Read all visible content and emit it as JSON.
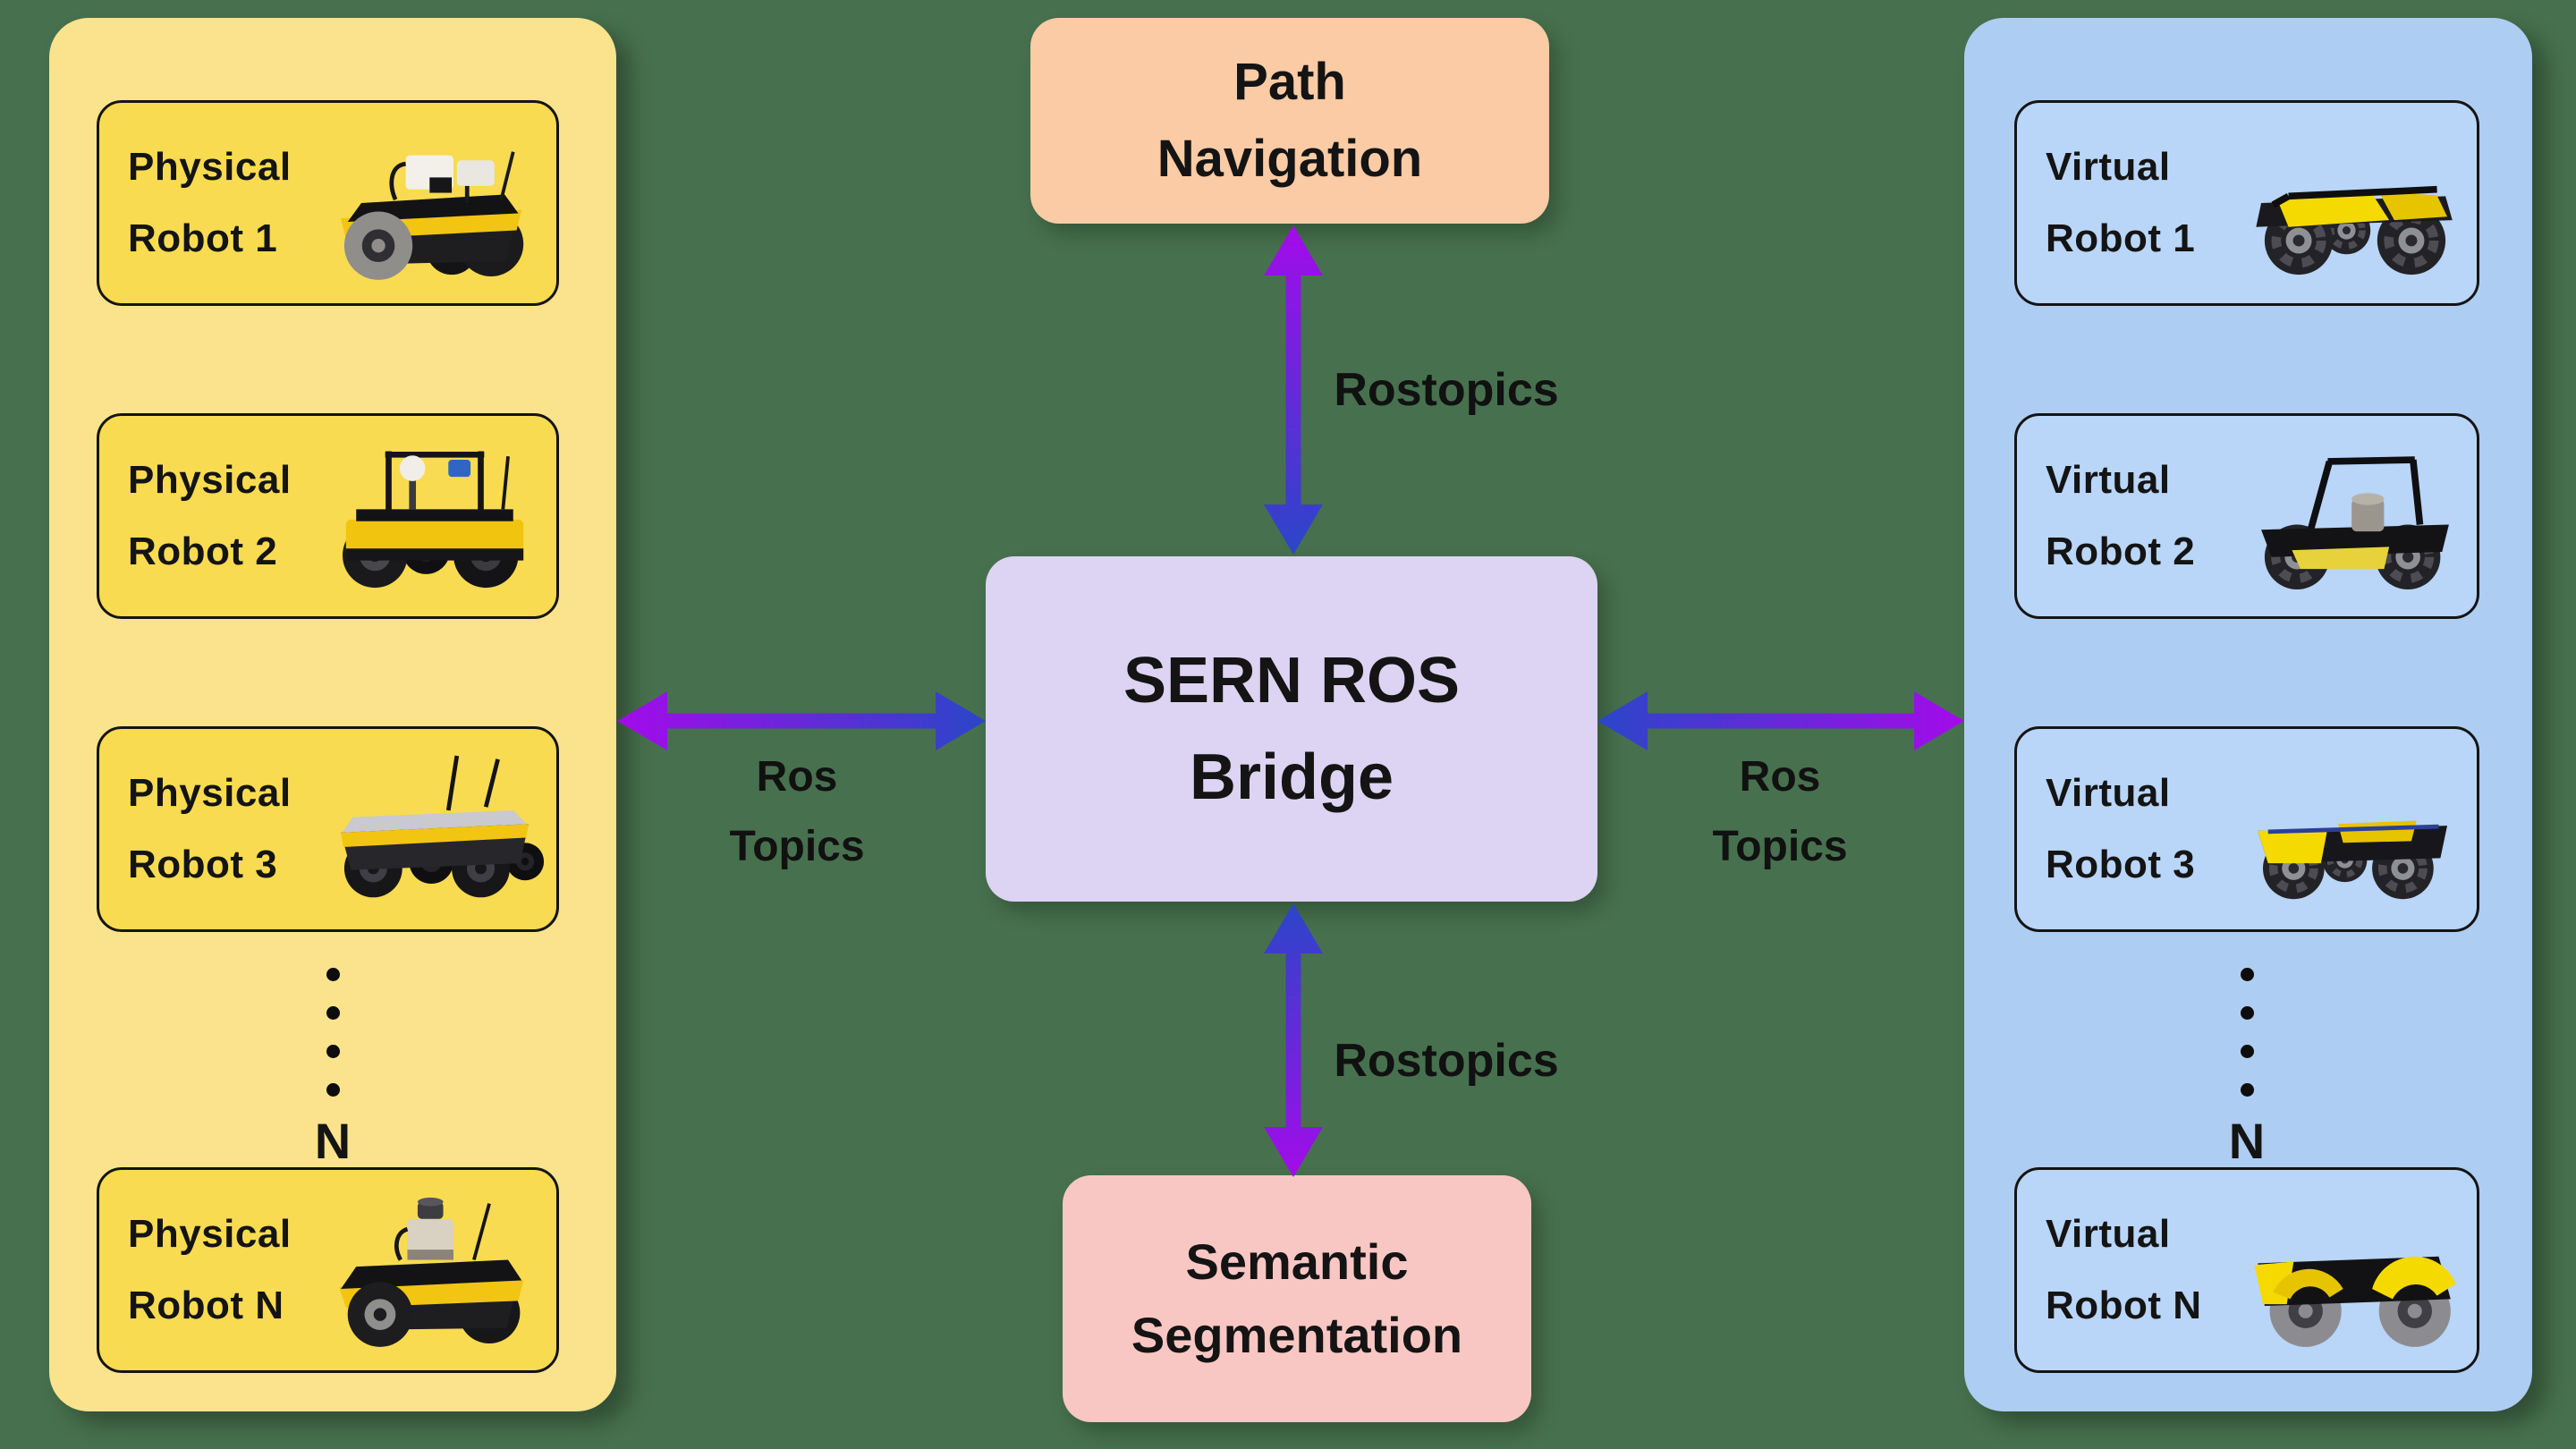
{
  "diagram": {
    "background_color": "#47714E",
    "left_panel": {
      "name": "physical-robots-panel",
      "color": "#FAE38C",
      "card_color": "#F8DB50",
      "ellipsis_label": "N",
      "cards": [
        {
          "line1": "Physical",
          "line2": "Robot 1",
          "icon": "physical-robot-1-photo",
          "variant": "p1"
        },
        {
          "line1": "Physical",
          "line2": "Robot 2",
          "icon": "physical-robot-2-photo",
          "variant": "p2"
        },
        {
          "line1": "Physical",
          "line2": "Robot 3",
          "icon": "physical-robot-3-photo",
          "variant": "p3"
        },
        {
          "line1": "Physical",
          "line2": "Robot N",
          "icon": "physical-robot-n-photo",
          "variant": "pN"
        }
      ]
    },
    "right_panel": {
      "name": "virtual-robots-panel",
      "color": "#AECDF2",
      "card_color": "#B9D5F7",
      "ellipsis_label": "N",
      "cards": [
        {
          "line1": "Virtual",
          "line2": "Robot 1",
          "icon": "virtual-robot-1-render",
          "variant": "v1"
        },
        {
          "line1": "Virtual",
          "line2": "Robot 2",
          "icon": "virtual-robot-2-render",
          "variant": "v2"
        },
        {
          "line1": "Virtual",
          "line2": "Robot 3",
          "icon": "virtual-robot-3-render",
          "variant": "v3"
        },
        {
          "line1": "Virtual",
          "line2": "Robot N",
          "icon": "virtual-robot-n-render",
          "variant": "vN"
        }
      ]
    },
    "nodes": {
      "path_navigation": {
        "line1": "Path",
        "line2": "Navigation",
        "color": "#FACBA4"
      },
      "sern_ros_bridge": {
        "line1": "SERN ROS",
        "line2": "Bridge",
        "color": "#DDD3F2"
      },
      "semantic_segmentation": {
        "line1": "Semantic",
        "line2": "Segmentation",
        "color": "#F9C7C3"
      }
    },
    "edges": [
      {
        "id": "bridge-to-path-navigation",
        "label": "Rostopics",
        "bidirectional": true
      },
      {
        "id": "bridge-to-semantic-segmentation",
        "label": "Rostopics",
        "bidirectional": true
      },
      {
        "id": "bridge-to-physical-robots",
        "label_line1": "Ros",
        "label_line2": "Topics",
        "bidirectional": true
      },
      {
        "id": "bridge-to-virtual-robots",
        "label_line1": "Ros",
        "label_line2": "Topics",
        "bidirectional": true
      }
    ],
    "arrow_colors": {
      "purple": "#A30BEA",
      "blue": "#2A46C8"
    }
  }
}
